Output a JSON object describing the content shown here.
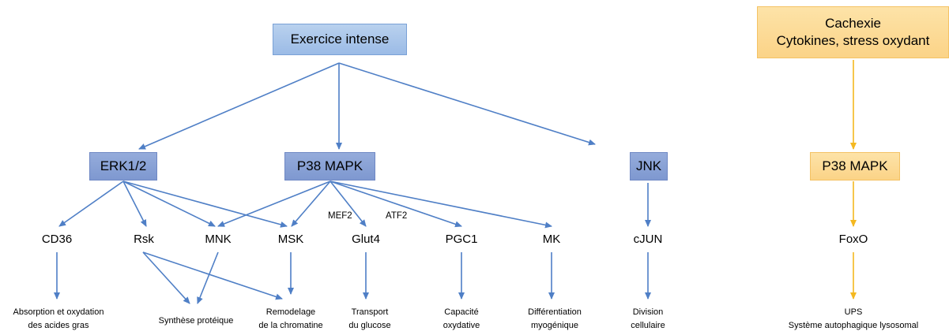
{
  "top_box": "Exercice intense",
  "kinases": {
    "erk": "ERK1/2",
    "p38": "P38 MAPK",
    "jnk": "JNK"
  },
  "targets": {
    "cd36": "CD36",
    "rsk": "Rsk",
    "mnk": "MNK",
    "msk": "MSK",
    "glut4": "Glut4",
    "pgc1": "PGC1",
    "mk": "MK",
    "cjun": "cJUN"
  },
  "factors": {
    "mef2": "MEF2",
    "atf2": "ATF2"
  },
  "outcomes": {
    "fatty_acid": [
      "Absorption et oxydation",
      "des acides gras"
    ],
    "protein_synthesis": "Synthèse protéique",
    "chromatin": [
      "Remodelage",
      "de la chromatine"
    ],
    "glucose": [
      "Transport",
      "du glucose"
    ],
    "oxidative": [
      "Capacité",
      "oxydative"
    ],
    "myogenic": [
      "Différentiation",
      "myogénique"
    ],
    "division": [
      "Division",
      "cellulaire"
    ]
  },
  "cachexia": {
    "box": [
      "Cachexie",
      "Cytokines, stress oxydant"
    ],
    "kinase": "P38 MAPK",
    "target": "FoxO",
    "outcome": [
      "UPS",
      "Système autophagique lysosomal"
    ]
  },
  "colors": {
    "blue_arrow": "#4f7fc6",
    "orange_arrow": "#f4b820"
  }
}
